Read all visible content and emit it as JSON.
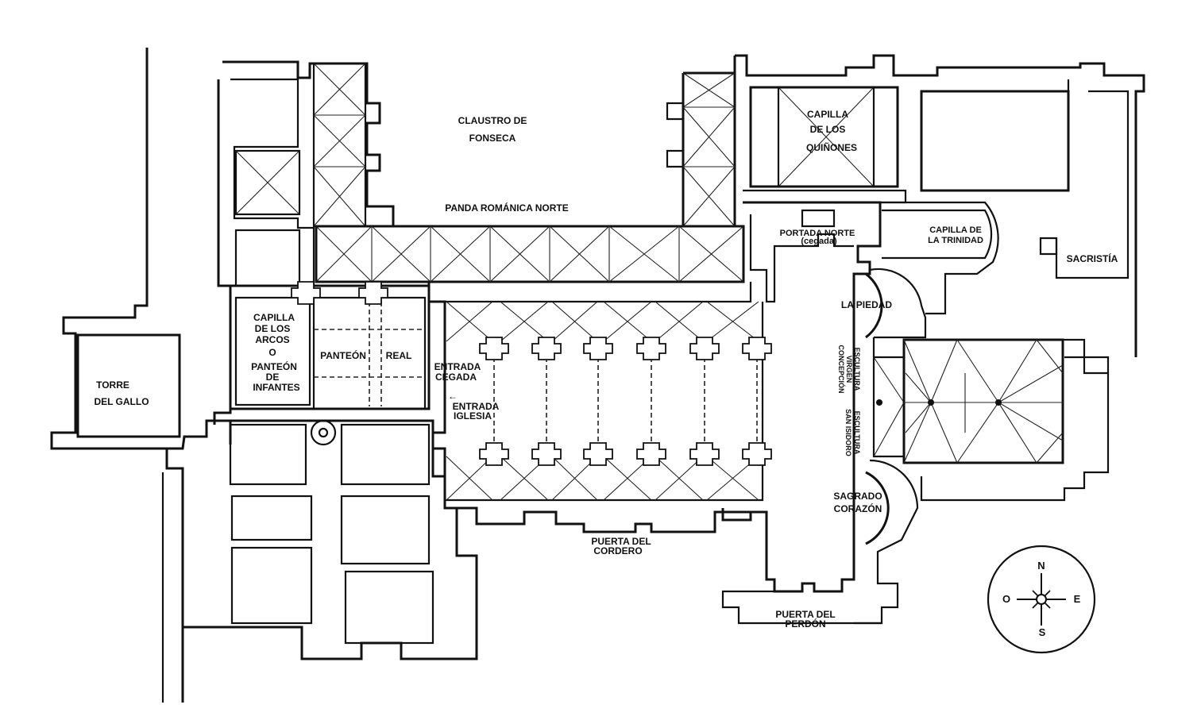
{
  "labels": {
    "claustro_1": "CLAUSTRO DE",
    "claustro_2": "FONSECA",
    "panda": "PANDA ROMÁNICA NORTE",
    "quinones_1": "CAPILLA",
    "quinones_2": "DE LOS",
    "quinones_3": "QUIÑONES",
    "trinidad_1": "CAPILLA DE",
    "trinidad_2": "LA TRINIDAD",
    "portada_1": "PORTADA NORTE",
    "portada_2": "(cegada)",
    "sacristia": "SACRISTÍA",
    "piedad": "LA PIEDAD",
    "arcos_1": "CAPILLA",
    "arcos_2": "DE LOS",
    "arcos_3": "ARCOS",
    "arcos_4": "O",
    "arcos_5": "PANTEÓN",
    "arcos_6": "DE",
    "arcos_7": "INFANTES",
    "panteon": "PANTEÓN",
    "real": "REAL",
    "cegada_1": "ENTRADA",
    "cegada_2": "CEGADA",
    "iglesia_1": "ENTRADA",
    "iglesia_2": "IGLESIA",
    "torre_1": "TORRE",
    "torre_2": "DEL GALLO",
    "esc_virgen_1": "ESCULTURA",
    "esc_virgen_2": "VIRGEN",
    "esc_virgen_3": "CONCEPCIÓN",
    "esc_isidoro_1": "ESCULTURA",
    "esc_isidoro_2": "SAN ISIDORO",
    "sagrado_1": "SAGRADO",
    "sagrado_2": "CORAZÓN",
    "cordero_1": "PUERTA DEL",
    "cordero_2": "CORDERO",
    "perdon_1": "PUERTA DEL",
    "perdon_2": "PERDÓN"
  },
  "compass": {
    "n": "N",
    "s": "S",
    "e": "E",
    "o": "O"
  },
  "arrow": "←"
}
